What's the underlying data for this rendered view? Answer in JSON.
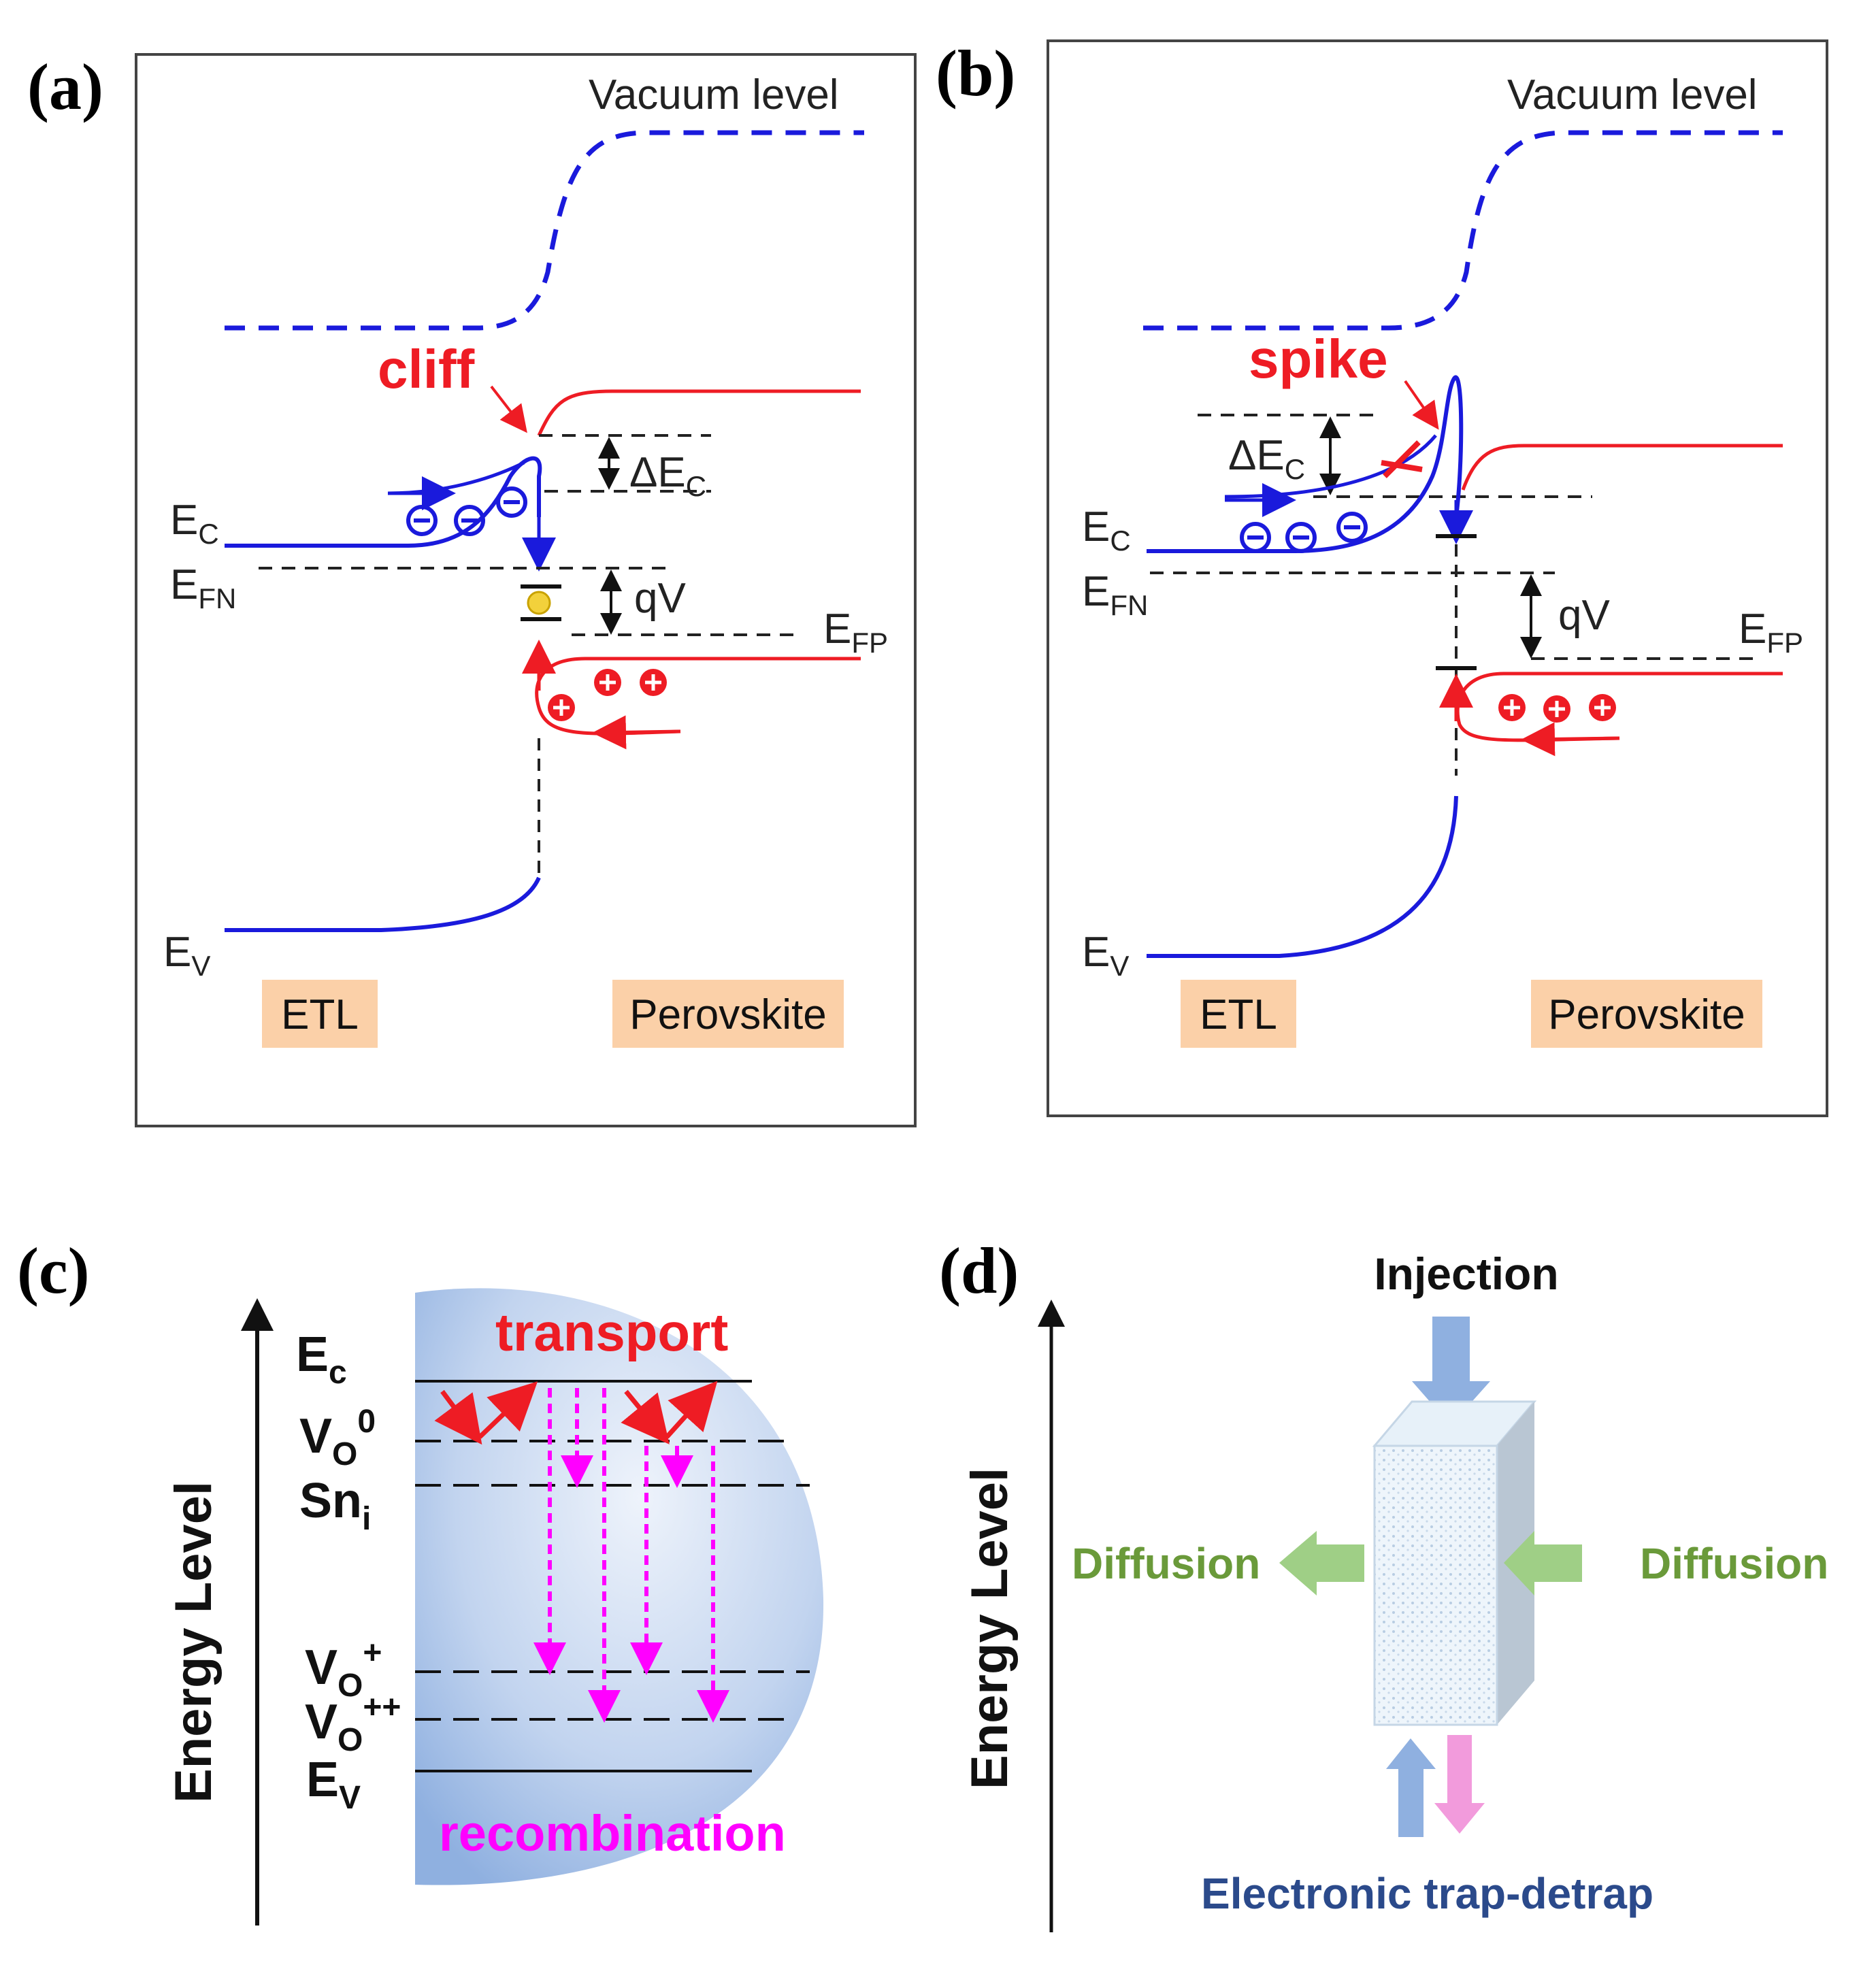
{
  "panels": {
    "a": {
      "label": "(a)",
      "vacuum_level": "Vacuum level",
      "feature": "cliff",
      "delta_ec": "ΔE",
      "delta_ec_sub": "C",
      "ec": "E",
      "ec_sub": "C",
      "efn": "E",
      "efn_sub": "FN",
      "ev": "E",
      "ev_sub": "V",
      "qv": "qV",
      "efp": "E",
      "efp_sub": "FP",
      "etl": "ETL",
      "perovskite": "Perovskite"
    },
    "b": {
      "label": "(b)",
      "vacuum_level": "Vacuum level",
      "feature": "spike",
      "delta_ec": "ΔE",
      "delta_ec_sub": "C",
      "ec": "E",
      "ec_sub": "C",
      "efn": "E",
      "efn_sub": "FN",
      "ev": "E",
      "ev_sub": "V",
      "qv": "qV",
      "efp": "E",
      "efp_sub": "FP",
      "etl": "ETL",
      "perovskite": "Perovskite"
    },
    "c": {
      "label": "(c)",
      "axis": "Energy Level",
      "transport": "transport",
      "recombination": "recombination",
      "levels": [
        {
          "base": "E",
          "sub": "c",
          "sup": ""
        },
        {
          "base": "V",
          "sub": "O",
          "sup": "0"
        },
        {
          "base": "Sn",
          "sub": "i",
          "sup": ""
        },
        {
          "base": "V",
          "sub": "O",
          "sup": "+"
        },
        {
          "base": "V",
          "sub": "O",
          "sup": "++"
        },
        {
          "base": "E",
          "sub": "V",
          "sup": ""
        }
      ]
    },
    "d": {
      "label": "(d)",
      "axis": "Energy Level",
      "injection": "Injection",
      "diffusion_left": "Diffusion",
      "diffusion_right": "Diffusion",
      "trap": "Electronic trap-detrap"
    }
  },
  "colors": {
    "blue": "#1a1adc",
    "red": "#ee1c24",
    "magenta": "#ff00ff",
    "tag_bg": "#fbd0a8",
    "green": "#6a9a3a",
    "navy": "#2b4a8b"
  }
}
